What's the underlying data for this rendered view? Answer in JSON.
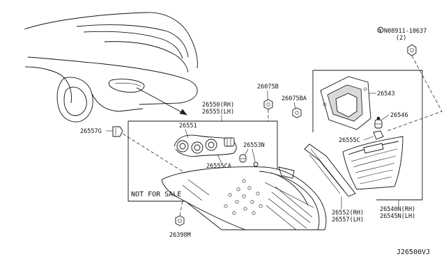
{
  "diagram": {
    "ref_code": "J26500VJ",
    "note": "NOT FOR SALE",
    "parts": {
      "p_nut": "N08911-10637",
      "p_nut_qty": "(2)",
      "p26550": "26550(RH)",
      "p26555": "26555(LH)",
      "p26551": "26551",
      "p26557G": "26557G",
      "p26553N": "26553N",
      "p26555CA": "26555CA",
      "p26075B": "26075B",
      "p26075BA": "26075BA",
      "p26543": "26543",
      "p26546": "26546",
      "p26555C": "26555C",
      "p26552": "26552(RH)",
      "p26557": "26557(LH)",
      "p26540N": "26540N(RH)",
      "p26545N": "26545N(LH)",
      "p26398M": "26398M"
    }
  }
}
